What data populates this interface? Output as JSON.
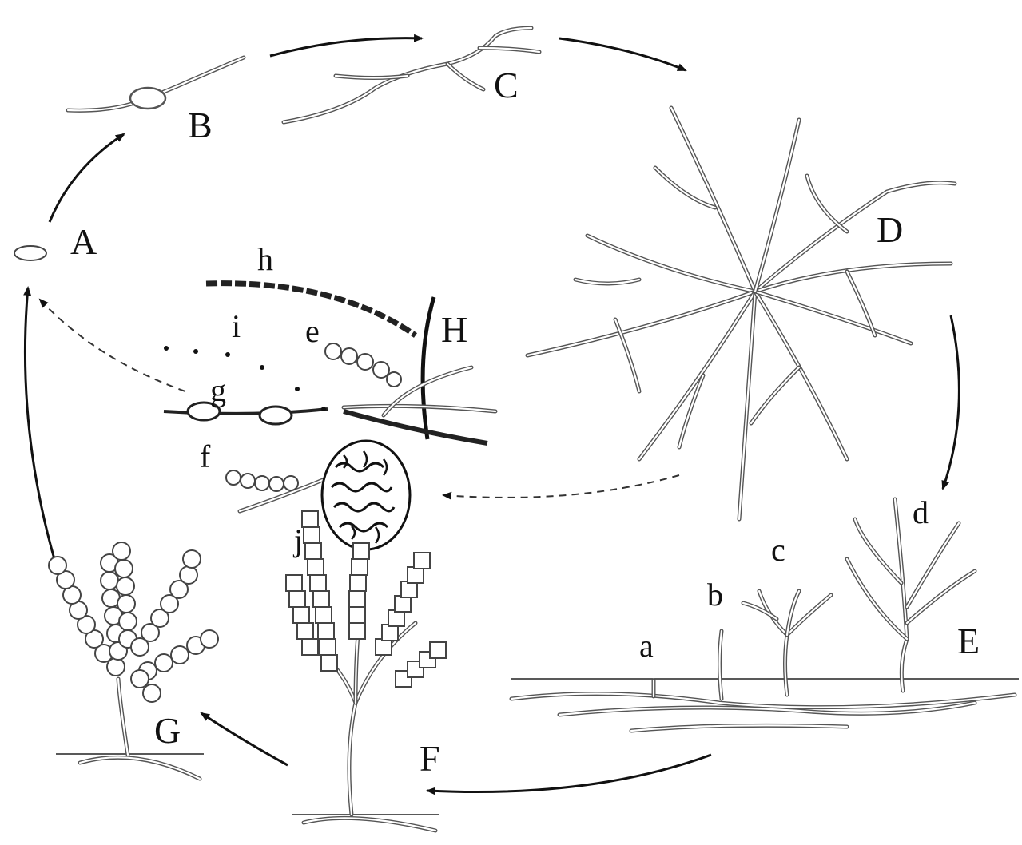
{
  "stage_labels": {
    "A": "A",
    "B": "B",
    "C": "C",
    "D": "D",
    "E": "E",
    "F": "F",
    "G": "G",
    "H": "H"
  },
  "detail_labels": {
    "a": "a",
    "b": "b",
    "c": "c",
    "d": "d",
    "e": "e",
    "f": "f",
    "g": "g",
    "h": "h",
    "i": "i",
    "j": "j"
  }
}
